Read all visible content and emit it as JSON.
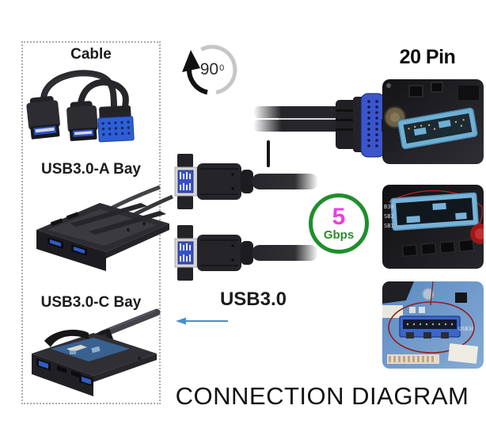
{
  "page": {
    "background": "#ffffff",
    "footer_title": "CONNECTION DIAGRAM"
  },
  "left_panel": {
    "sections": [
      {
        "id": "cable",
        "label": "Cable"
      },
      {
        "id": "usb_a_bay",
        "label": "USB3.0-A Bay"
      },
      {
        "id": "usb_c_bay",
        "label": "USB3.0-C Bay"
      }
    ]
  },
  "rotation_icon": {
    "degrees": "90",
    "superscript": "0"
  },
  "pin_label": "20 Pin",
  "speed_badge": {
    "value": "5",
    "unit": "Gbps"
  },
  "cable_type_label": "USB3.0",
  "motherboard_photos": {
    "photo2_silkscreen": [
      "B30",
      "SB2",
      "SB1"
    ],
    "photo3_silkscreen": "USB30"
  },
  "colors": {
    "speed_ring_green": "#1f8e2c",
    "speed_value_magenta": "#ee3ce2",
    "speed_unit_green": "#2d8a2d",
    "arrow_blue": "#4a90c8",
    "connector_blue": "#3c55cb",
    "header_light_blue": "#78b2d8",
    "pcb_blue": "#5b8ac2"
  }
}
